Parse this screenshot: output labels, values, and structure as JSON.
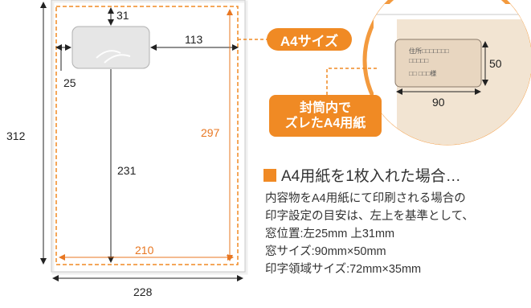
{
  "diagram": {
    "envelope_width": "228",
    "envelope_height": "312",
    "window_top": "31",
    "window_left": "25",
    "window_right": "113",
    "window_bottom": "231",
    "paper_width": "210",
    "paper_height": "297"
  },
  "badges": {
    "a4_size": "A4サイズ",
    "shifted_line1": "封筒内で",
    "shifted_line2": "ズレたA4用紙"
  },
  "detail": {
    "address_line1": "住所□□□□□□□",
    "address_line2": "□□□□□",
    "address_line3": "□□ □□□様",
    "window_width": "90",
    "window_height": "50"
  },
  "heading": "A4用紙を1枚入れた場合…",
  "description": [
    "内容物をA4用紙にて印刷される場合の",
    "印字設定の目安は、左上を基準として、",
    "窓位置:左25mm 上31mm",
    "窓サイズ:90mm×50mm",
    "印字領域サイズ:72mm×35mm"
  ],
  "colors": {
    "accent": "#f08a24",
    "envelope_window": "#e6e6e6",
    "detail_bg": "#e8d6c0"
  }
}
